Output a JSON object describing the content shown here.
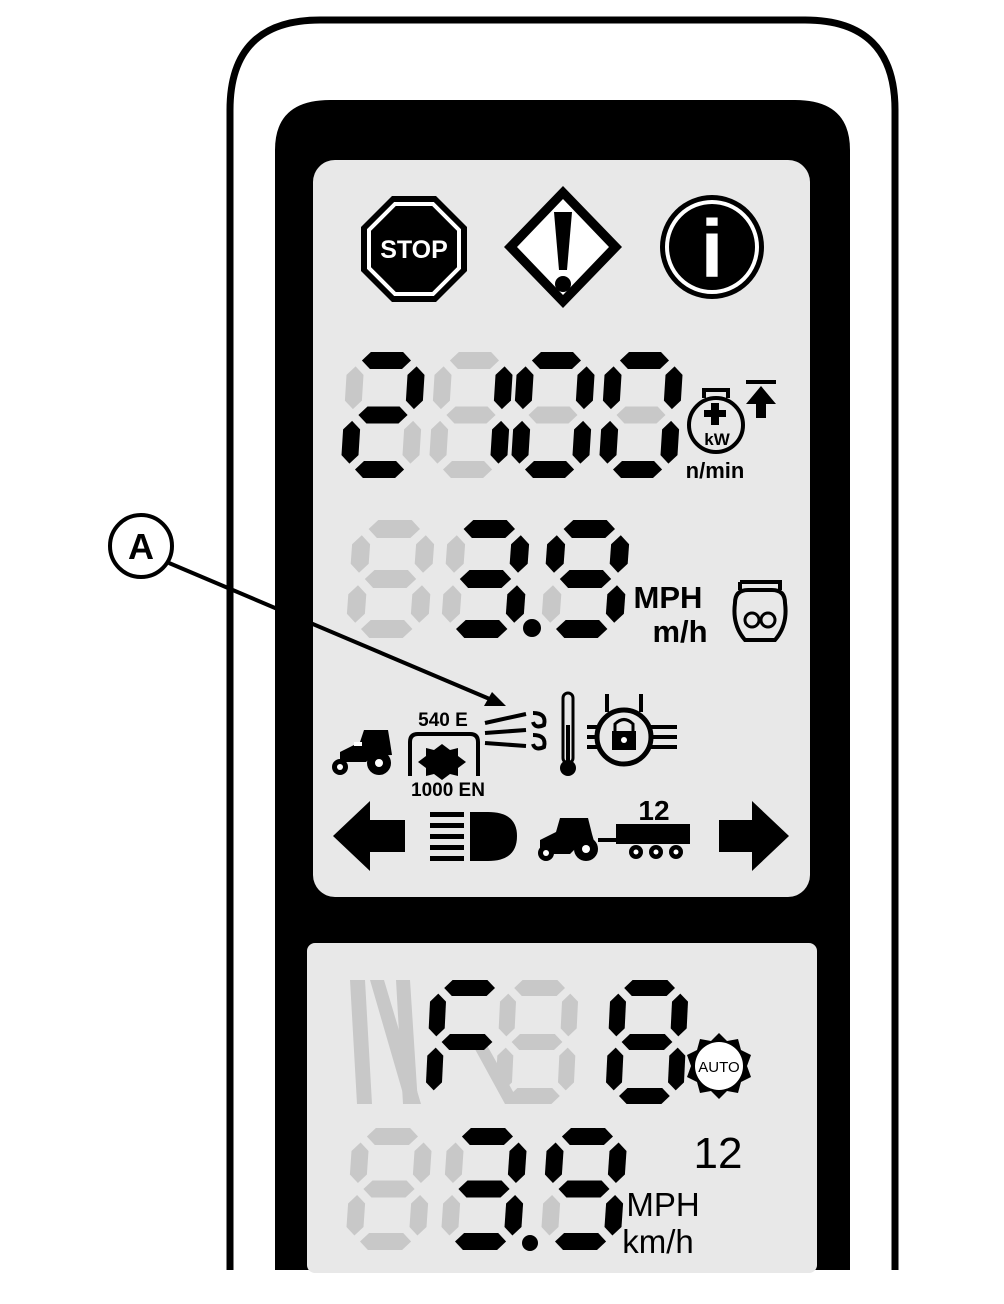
{
  "callout": {
    "label": "A"
  },
  "warning_row": {
    "stop_label": "STOP",
    "info_label": "i"
  },
  "engine": {
    "digits": "2100",
    "unit": "n/min",
    "power_label": "kW"
  },
  "ground_speed": {
    "digits": "39",
    "unit_imperial": "MPH",
    "unit_metric": "m/h"
  },
  "pto": {
    "label_top": "540 E",
    "label_bottom": "1000 EN"
  },
  "trailer": {
    "count": "12"
  },
  "transmission": {
    "gear_text": "F8",
    "auto_label": "AUTO"
  },
  "lower_speed": {
    "digits": "39",
    "range": "12",
    "unit_imperial": "MPH",
    "unit_metric": "km/h"
  },
  "colors": {
    "lit": "#000000",
    "unlit": "#c8c8c8",
    "panel": "#e8e8e8",
    "frame": "#000000"
  }
}
